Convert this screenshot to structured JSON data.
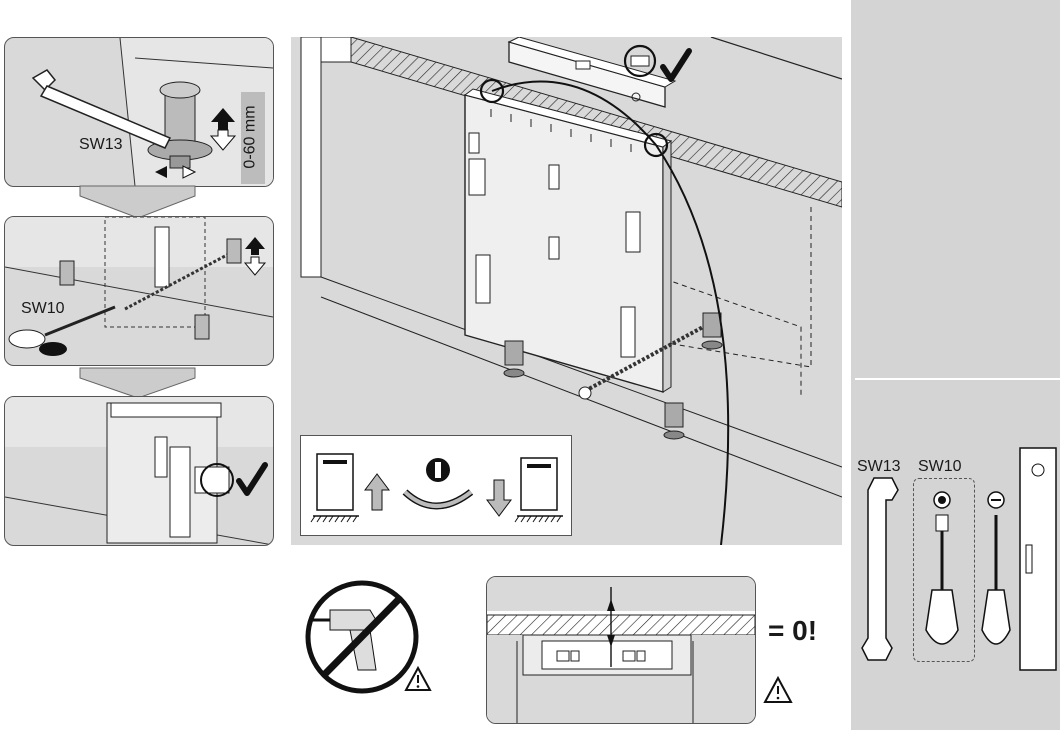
{
  "steps": {
    "step1": {
      "wrench_label": "SW13",
      "range_label": "0-60 mm"
    },
    "step2": {
      "screwdriver_label": "SW10"
    }
  },
  "main": {
    "result_label": "= 0!"
  },
  "tools": {
    "wrench_label": "SW13",
    "socket_label": "SW10"
  },
  "icons": [
    "wrench-icon",
    "screwdriver-icon",
    "spirit-level-icon",
    "checkmark-icon",
    "no-drill-icon",
    "warning-icon",
    "up-arrow-icon",
    "down-arrow-icon",
    "rotate-arrow-icon"
  ],
  "colors": {
    "panel_gray": "#d9d9d9",
    "line": "#1a1a1a",
    "sidebar_gray": "#d4d4d4"
  }
}
